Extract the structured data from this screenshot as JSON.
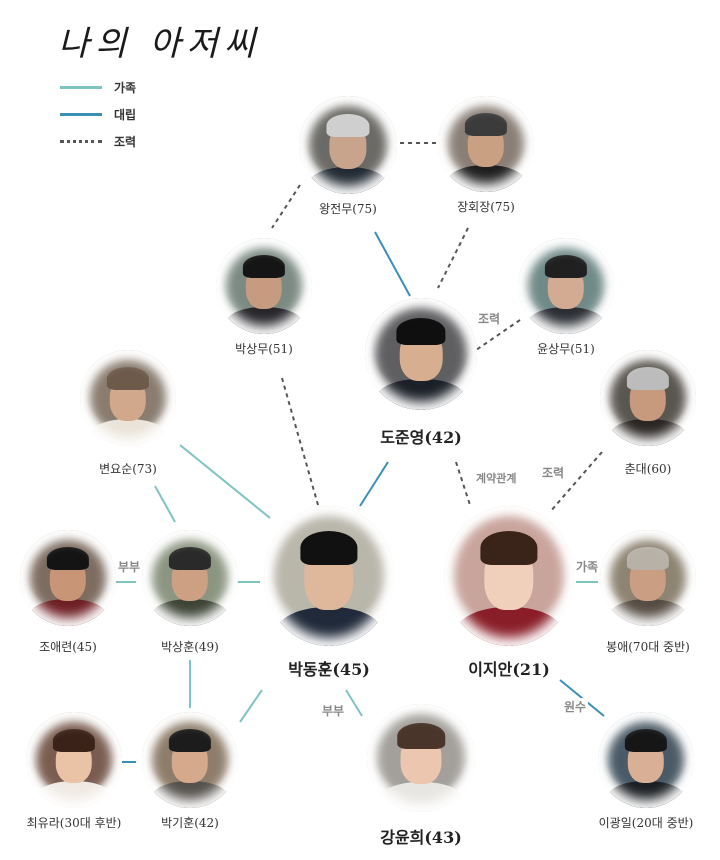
{
  "title": "나의 아저씨",
  "legend": [
    {
      "label": "가족",
      "style": "family"
    },
    {
      "label": "대립",
      "style": "conflict"
    },
    {
      "label": "조력",
      "style": "coop"
    }
  ],
  "colors": {
    "family": "#7ec4c1",
    "conflict": "#3a8fb7",
    "coop": "#555555"
  },
  "people": [
    {
      "id": "wangjeonmu",
      "name": "왕전무(75)",
      "bg": "#6b6a66",
      "skin": "#c9a48c",
      "hair": "#cfcfcf",
      "cloth": "#222a33"
    },
    {
      "id": "janghoejang",
      "name": "장회장(75)",
      "bg": "#8a7f76",
      "skin": "#caa083",
      "hair": "#3b3b3b",
      "cloth": "#1f1f1f"
    },
    {
      "id": "baksangmu",
      "name": "박상무(51)",
      "bg": "#7b8a82",
      "skin": "#c79b80",
      "hair": "#151515",
      "cloth": "#26262b"
    },
    {
      "id": "yunsangmu",
      "name": "윤상무(51)",
      "bg": "#6f8a87",
      "skin": "#d2ab92",
      "hair": "#202020",
      "cloth": "#2b2f34"
    },
    {
      "id": "dojunyeong",
      "name": "도준영(42)",
      "bg": "#5f5f62",
      "skin": "#d7ae90",
      "hair": "#0f0f0f",
      "cloth": "#1c2129"
    },
    {
      "id": "byeonyosun",
      "name": "변요순(73)",
      "bg": "#8a7c6f",
      "skin": "#d1a88b",
      "hair": "#6e5a4a",
      "cloth": "#e9e3d8"
    },
    {
      "id": "chundae",
      "name": "춘대(60)",
      "bg": "#5a5650",
      "skin": "#c89a7d",
      "hair": "#bcbcbc",
      "cloth": "#2a2623"
    },
    {
      "id": "joaeryeon",
      "name": "조애련(45)",
      "bg": "#7d6c60",
      "skin": "#c89677",
      "hair": "#141414",
      "cloth": "#6e1f24"
    },
    {
      "id": "baksanghun",
      "name": "박상훈(49)",
      "bg": "#8c9581",
      "skin": "#cd9f83",
      "hair": "#2a2a2a",
      "cloth": "#3d4435"
    },
    {
      "id": "bakdonghun",
      "name": "박동훈(45)",
      "bg": "#b9b6aa",
      "skin": "#dfb89c",
      "hair": "#111111",
      "cloth": "#202a3a"
    },
    {
      "id": "ijian",
      "name": "이지안(21)",
      "bg": "#c9a49c",
      "skin": "#f0cfbb",
      "hair": "#3a2419",
      "cloth": "#8a1e28"
    },
    {
      "id": "bonge",
      "name": "봉애(70대 중반)",
      "bg": "#8e8472",
      "skin": "#c99e83",
      "hair": "#b8b1a8",
      "cloth": "#554c43"
    },
    {
      "id": "choeyura",
      "name": "최유라(30대 후반)",
      "bg": "#7a5d50",
      "skin": "#eac3a7",
      "hair": "#3b2218",
      "cloth": "#efe9e2"
    },
    {
      "id": "bakgihun",
      "name": "박기훈(42)",
      "bg": "#8e7d6a",
      "skin": "#d5a98c",
      "hair": "#1c1c1c",
      "cloth": "#55514c"
    },
    {
      "id": "gangyunhui",
      "name": "강윤희(43)",
      "bg": "#a3a09b",
      "skin": "#ecc6ae",
      "hair": "#4a352b",
      "cloth": "#e8e6e2"
    },
    {
      "id": "igwangil",
      "name": "이광일(20대 중반)",
      "bg": "#4a5a66",
      "skin": "#d9b096",
      "hair": "#161616",
      "cloth": "#1c1f23"
    }
  ],
  "edge_labels": [
    {
      "id": "coop-yun",
      "text": "조력"
    },
    {
      "id": "contract",
      "text": "계약관계"
    },
    {
      "id": "coop-chundae",
      "text": "조력"
    },
    {
      "id": "bubu-1",
      "text": "부부"
    },
    {
      "id": "family-bonge",
      "text": "가족"
    },
    {
      "id": "bubu-2",
      "text": "부부"
    },
    {
      "id": "wonsu",
      "text": "원수"
    }
  ]
}
